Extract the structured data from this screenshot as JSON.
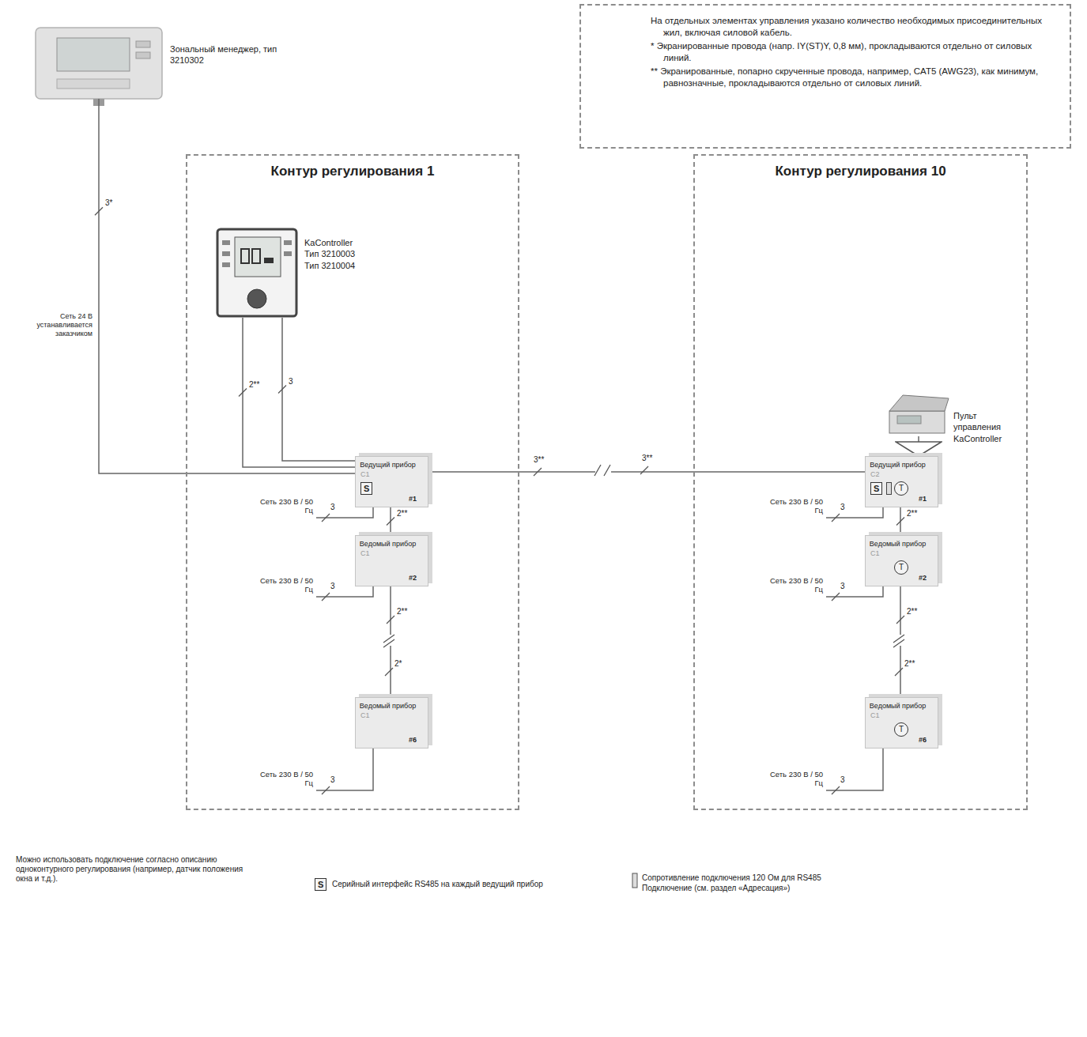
{
  "diagram": {
    "nodes": [
      {
        "text": [
          "Зональный менеджер, тип 3210302"
        ]
      },
      {
        "text": [
          "На отдельных элементах управления указано количество необходимых присоединительных жил, включая силовой кабель.",
          "* Экранированные провода (напр. IY(ST)Y, 0,8 мм), прокладываются отдельно от силовых линий.",
          "** Экранированные, попарно скрученные провода, например, CAT5 (AWG23), как минимум, равнозначные, прокладываются отдельно от силовых линий."
        ]
      },
      {
        "text": [
          "Контур регулирования 1"
        ]
      },
      {
        "text": [
          "KaController Тип 3210003 Тип 3210004"
        ],
        "in": 2
      },
      {
        "text": [
          "Ведущий прибор",
          "C1",
          "S",
          "#1"
        ],
        "in": 2
      },
      {
        "text": [
          "Ведомый прибор",
          "C1",
          "#2"
        ],
        "in": 2
      },
      {
        "text": [
          "Ведомый прибор",
          "C1",
          "#6"
        ],
        "in": 2
      },
      {
        "text": [
          "Контур регулирования 10"
        ]
      },
      {
        "text": [
          "Пульт управления KaController"
        ],
        "in": 7
      },
      {
        "text": [
          "Ведущий прибор",
          "C2",
          "S",
          "T",
          "#1"
        ],
        "in": 7
      },
      {
        "text": [
          "Ведомый прибор",
          "C1",
          "T",
          "#2"
        ],
        "in": 7
      },
      {
        "text": [
          "Ведомый прибор",
          "C1",
          "T",
          "#6"
        ],
        "in": 7
      }
    ],
    "edges": [
      {
        "from": 0,
        "to": 4,
        "label": "3*",
        "arrow": "none"
      },
      {
        "from": 3,
        "to": 4,
        "label": "2**",
        "arrow": "none"
      },
      {
        "from": 3,
        "to": 4,
        "label": "3",
        "arrow": "none"
      },
      {
        "from": 4,
        "to": 9,
        "label": "3**",
        "arrow": "none"
      },
      {
        "from": 4,
        "to": 5,
        "label": "2**",
        "arrow": "none"
      },
      {
        "from": 5,
        "to": 6,
        "label": "2**",
        "arrow": "none"
      },
      {
        "from": 8,
        "to": 9,
        "arrow": "to"
      },
      {
        "from": 9,
        "to": 10,
        "label": "2**",
        "arrow": "none"
      },
      {
        "from": 10,
        "to": 11,
        "label": "2**",
        "arrow": "none"
      }
    ],
    "labels": [
      "Сеть 24 В устанавливается заказчиком",
      "Сеть 230 В / 50 Гц",
      "Сеть 230 В / 50 Гц",
      "Сеть 230 В / 50 Гц",
      "Сеть 230 В / 50 Гц",
      "Сеть 230 В / 50 Гц",
      "Сеть 230 В / 50 Гц",
      "3",
      "3",
      "3",
      "3",
      "3",
      "3",
      "3**",
      "2*",
      "2**",
      "Можно использовать подключение согласно описанию одноконтурного регулирования (например, датчик положения окна и т.д.).",
      "S"
    ],
    "legend": [
      {
        "text": "Серийный интерфейс RS485 на каждый ведущий прибор"
      },
      {
        "text": "Сопротивление подключения 120 Ом для RS485 Подключение (см. раздел «Адресация»)"
      }
    ]
  }
}
